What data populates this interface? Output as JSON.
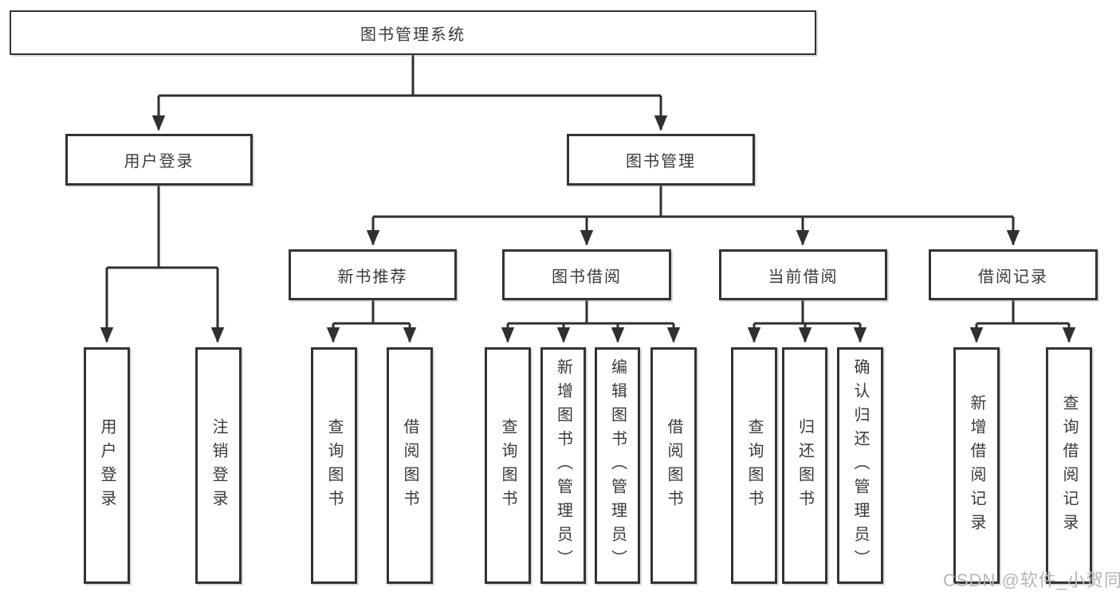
{
  "watermark": "CSDN @软件_小贺同学",
  "diagram": {
    "root": "图书管理系统",
    "level2": {
      "user_login": "用户登录",
      "book_management": "图书管理"
    },
    "level3": {
      "new_book_recommend": "新书推荐",
      "book_borrow": "图书借阅",
      "current_borrow": "当前借阅",
      "borrow_records": "借阅记录"
    },
    "leaves": {
      "user_login": [
        "用户登录",
        "注销登录"
      ],
      "new_book_recommend": [
        "查询图书",
        "借阅图书"
      ],
      "book_borrow": [
        "查询图书",
        "新增图书（管理员）",
        "编辑图书（管理员）",
        "借阅图书"
      ],
      "current_borrow": [
        "查询图书",
        "归还图书",
        "确认归还（管理员）"
      ],
      "borrow_records": [
        "新增借阅记录",
        "查询借阅记录"
      ]
    }
  },
  "colors": {
    "line": "#303030",
    "border": "#333333",
    "text": "#3a3a3a",
    "watermark": "#b6b6b6"
  }
}
